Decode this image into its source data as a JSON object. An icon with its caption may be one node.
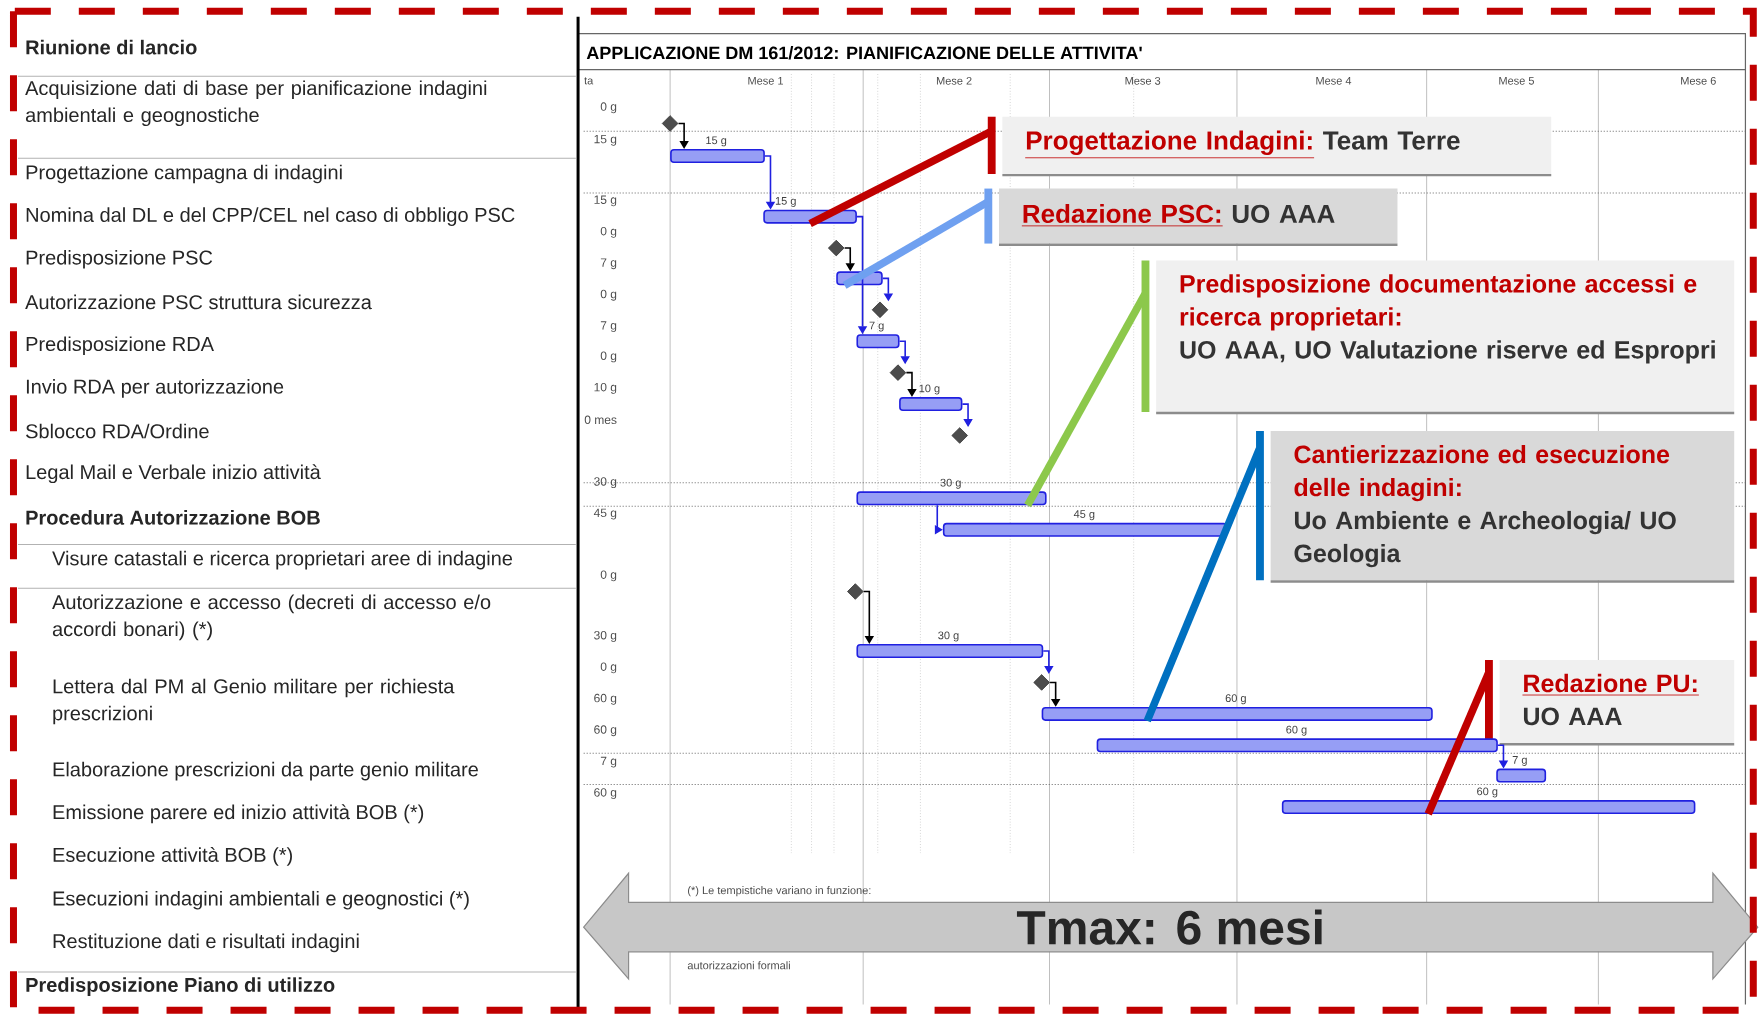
{
  "diagram": {
    "title": "APPLICAZIONE DM 161/2012: PIANIFICAZIONE DELLE ATTIVITA'",
    "nodes": [
      {
        "text": [
          "Progettazione Indagini:",
          "Team Terre"
        ]
      },
      {
        "text": [
          "Redazione PSC:",
          "UO AAA"
        ]
      },
      {
        "text": [
          "Predisposizione documentazione accessi e ricerca proprietari:",
          "UO AAA, UO Valutazione riserve ed Espropri"
        ]
      },
      {
        "text": [
          "Cantierizzazione ed esecuzione delle indagini:",
          "Uo Ambiente e Archeologia/ UO Geologia"
        ]
      },
      {
        "text": [
          "Redazione PU:",
          "UO AAA"
        ]
      },
      {
        "text": [
          "Tmax: 6 mesi"
        ]
      },
      {
        "text": [],
        "shape": "diamond"
      },
      {
        "text": [],
        "shape": "bar",
        "beside": [
          "15 g"
        ]
      },
      {
        "text": [],
        "shape": "bar",
        "beside": [
          "15 g"
        ]
      },
      {
        "text": [],
        "shape": "diamond"
      },
      {
        "text": [],
        "shape": "bar"
      },
      {
        "text": [],
        "shape": "diamond"
      },
      {
        "text": [],
        "shape": "bar",
        "beside": [
          "7 g"
        ]
      },
      {
        "text": [],
        "shape": "diamond"
      },
      {
        "text": [],
        "shape": "bar",
        "beside": [
          "10 g"
        ]
      },
      {
        "text": [],
        "shape": "diamond"
      },
      {
        "text": [],
        "shape": "bar",
        "beside": [
          "30 g"
        ]
      },
      {
        "text": [],
        "shape": "bar",
        "beside": [
          "45 g"
        ]
      },
      {
        "text": [],
        "shape": "diamond"
      },
      {
        "text": [],
        "shape": "bar",
        "beside": [
          "30 g"
        ]
      },
      {
        "text": [],
        "shape": "diamond"
      },
      {
        "text": [],
        "shape": "bar",
        "beside": [
          "60 g"
        ]
      },
      {
        "text": [],
        "shape": "bar",
        "beside": [
          "60 g"
        ]
      },
      {
        "text": [],
        "shape": "bar",
        "beside": [
          "7 g"
        ]
      },
      {
        "text": [],
        "shape": "bar",
        "beside": [
          "60 g"
        ]
      }
    ],
    "edges": [
      {
        "from": 6,
        "to": 7,
        "arrow": "to",
        "color": "#000000"
      },
      {
        "from": 7,
        "to": 8,
        "arrow": "to"
      },
      {
        "from": 8,
        "to": 12,
        "arrow": "to"
      },
      {
        "from": 9,
        "to": 10,
        "arrow": "to",
        "color": "#000000"
      },
      {
        "from": 10,
        "to": 11,
        "arrow": "to"
      },
      {
        "from": 12,
        "to": 13,
        "arrow": "to"
      },
      {
        "from": 13,
        "to": 14,
        "arrow": "to",
        "color": "#000000"
      },
      {
        "from": 14,
        "to": 15,
        "arrow": "to"
      },
      {
        "from": 16,
        "to": 17,
        "arrow": "to"
      },
      {
        "from": 18,
        "to": 19,
        "arrow": "to",
        "color": "#000000"
      },
      {
        "from": 19,
        "to": 20,
        "arrow": "to"
      },
      {
        "from": 20,
        "to": 21,
        "arrow": "to",
        "color": "#000000"
      },
      {
        "from": 22,
        "to": 23,
        "arrow": "to"
      },
      {
        "from": 0,
        "to": 8,
        "arrow": "none",
        "style": "thick",
        "color": "#c00000"
      },
      {
        "from": 1,
        "to": 10,
        "arrow": "none",
        "style": "thick",
        "color": "#6fa0f0"
      },
      {
        "from": 2,
        "to": 16,
        "arrow": "none",
        "style": "thick",
        "color": "#8cc84b"
      },
      {
        "from": 3,
        "to": 21,
        "arrow": "none",
        "style": "thick",
        "color": "#0070c0"
      },
      {
        "from": 4,
        "to": 24,
        "arrow": "none",
        "style": "thick",
        "color": "#c00000"
      }
    ],
    "labels": [
      "Riunione di lancio",
      "Acquisizione dati di base per pianificazione indagini ambientali e geognostiche",
      "Progettazione campagna di indagini",
      "Nomina dal DL e del CPP/CEL nel caso di obbligo PSC",
      "Predisposizione PSC",
      "Autorizzazione PSC struttura sicurezza",
      "Predisposizione RDA",
      "Invio RDA per autorizzazione",
      "Sblocco RDA/Ordine",
      "Legal Mail e Verbale inizio attività",
      "Procedura Autorizzazione BOB",
      "Visure catastali e ricerca proprietari aree di indagine",
      "Autorizzazione e accesso (decreti di accesso e/o accordi bonari) (*)",
      "Lettera dal PM al Genio militare per richiesta prescrizioni",
      "Elaborazione prescrizioni da parte genio militare",
      "Emissione parere ed inizio attività BOB (*)",
      "Esecuzione attività BOB (*)",
      "Esecuzioni indagini ambientali e geognostici (*)",
      "Restituzione dati e risultati indagini",
      "Predisposizione Piano di utilizzo",
      "ta",
      "Mese 1",
      "Mese 2",
      "Mese 3",
      "Mese 4",
      "Mese 5",
      "Mese 6",
      "0 g",
      "15 g",
      "15 g",
      "0 g",
      "7 g",
      "0 g",
      "7 g",
      "0 g",
      "10 g",
      "0 mes",
      "30 g",
      "45 g",
      "0 g",
      "30 g",
      "0 g",
      "60 g",
      "60 g",
      "7 g",
      "60 g",
      "(*) Le tempistiche variano in funzione:",
      "autorizzazioni formali"
    ]
  }
}
